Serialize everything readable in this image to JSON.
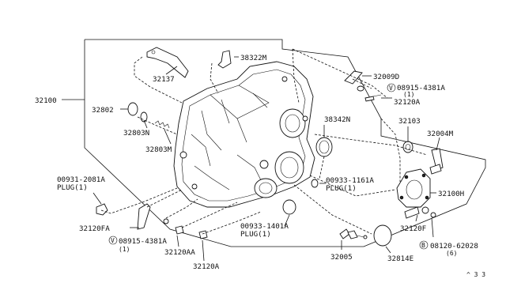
{
  "diagram": {
    "labels": {
      "p32100": "32100",
      "p32137": "32137",
      "p38322M": "38322M",
      "p32802": "32802",
      "p32803N": "32803N",
      "p32803M": "32803M",
      "p38342N": "38342N",
      "p32009D": "32009D",
      "p08915_top": "08915-4381A",
      "p08915_top_qty": "(1)",
      "p32120A_top": "32120A",
      "p32103": "32103",
      "p32004M": "32004M",
      "p00931": "00931-2081A",
      "p00931_plug": "PLUG(1)",
      "p00933_1161": "00933-1161A",
      "p00933_1161_plug": "PLUG(1)",
      "p32100H": "32100H",
      "p32120FA": "32120FA",
      "p00933_1401": "00933-1401A",
      "p00933_1401_plug": "PLUG(1)",
      "p32120F": "32120F",
      "p08915_bot": "08915-4381A",
      "p08915_bot_qty": "(1)",
      "p08120": "08120-62028",
      "p08120_qty": "(6)",
      "p32120AA": "32120AA",
      "p32005": "32005",
      "p32814E": "32814E",
      "p32120A_bot": "32120A",
      "corner_code": "^ 3 3"
    },
    "badges": {
      "v_top": "V",
      "v_bot": "V",
      "b_bot": "B"
    }
  }
}
